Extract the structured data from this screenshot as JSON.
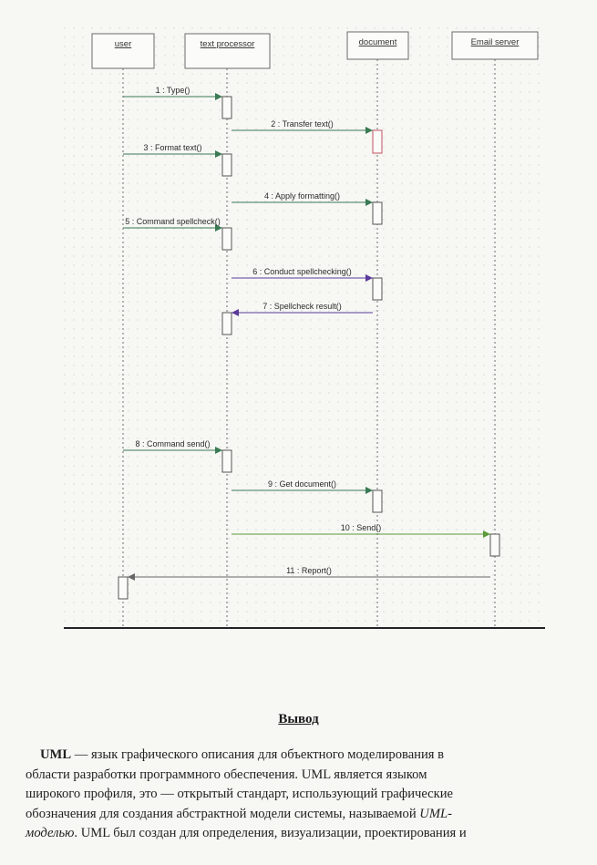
{
  "diagram": {
    "lifelines": [
      {
        "id": "user",
        "label": "user"
      },
      {
        "id": "text_processor",
        "label": "text processor"
      },
      {
        "id": "document",
        "label": "document"
      },
      {
        "id": "email_server",
        "label": "Email server"
      }
    ],
    "messages": [
      {
        "num": "1",
        "label": "1 : Type()",
        "from": "user",
        "to": "text_processor"
      },
      {
        "num": "2",
        "label": "2 : Transfer text()",
        "from": "text_processor",
        "to": "document"
      },
      {
        "num": "3",
        "label": "3 : Format text()",
        "from": "user",
        "to": "text_processor"
      },
      {
        "num": "4",
        "label": "4 : Apply formatting()",
        "from": "text_processor",
        "to": "document"
      },
      {
        "num": "5",
        "label": "5 : Command spellcheck()",
        "from": "user",
        "to": "text_processor"
      },
      {
        "num": "6",
        "label": "6 : Conduct spellchecking()",
        "from": "text_processor",
        "to": "document"
      },
      {
        "num": "7",
        "label": "7 : Spellcheck result()",
        "from": "document",
        "to": "text_processor"
      },
      {
        "num": "8",
        "label": "8 : Command send()",
        "from": "user",
        "to": "text_processor"
      },
      {
        "num": "9",
        "label": "9 : Get document()",
        "from": "text_processor",
        "to": "document"
      },
      {
        "num": "10",
        "label": "10 : Send()",
        "from": "text_processor",
        "to": "email_server"
      },
      {
        "num": "11",
        "label": "11 : Report()",
        "from": "email_server",
        "to": "user"
      }
    ]
  },
  "conclusion": {
    "title": "Вывод",
    "term": "UML",
    "p1": " — язык графического описания для объектного моделирования в",
    "p2": "области разработки программного обеспечения. UML является языком",
    "p3": "широкого профиля, это — открытый стандарт, использующий графические",
    "p4a": "обозначения для создания абстрактной модели системы, называемой ",
    "p4b": "UML-",
    "p5a": "моделью",
    "p5b": ". UML был создан для определения, визуализации, проектирования и"
  }
}
